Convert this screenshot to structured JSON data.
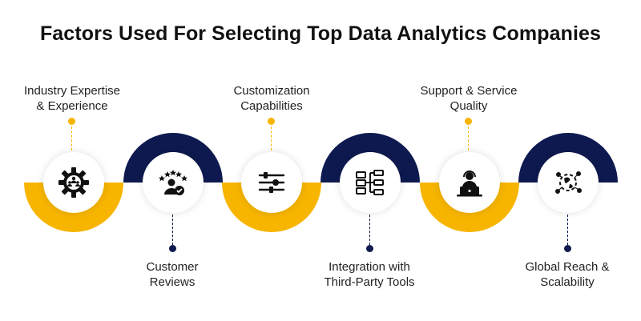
{
  "title": "Factors Used For Selecting Top Data Analytics Companies",
  "colors": {
    "yellow": "#F7B500",
    "navy": "#0E1A4F",
    "text": "#222222"
  },
  "factors": [
    {
      "lines": [
        "Industry Expertise",
        "& Experience"
      ],
      "icon": "gear-people-icon",
      "position": "top"
    },
    {
      "lines": [
        "Customer",
        "Reviews"
      ],
      "icon": "customer-rating-icon",
      "position": "bottom"
    },
    {
      "lines": [
        "Customization",
        "Capabilities"
      ],
      "icon": "sliders-icon",
      "position": "top"
    },
    {
      "lines": [
        "Integration with",
        "Third-Party Tools"
      ],
      "icon": "flowchart-icon",
      "position": "bottom"
    },
    {
      "lines": [
        "Support & Service",
        "Quality"
      ],
      "icon": "support-agent-icon",
      "position": "top"
    },
    {
      "lines": [
        "Global Reach &",
        "Scalability"
      ],
      "icon": "global-network-icon",
      "position": "bottom"
    }
  ]
}
